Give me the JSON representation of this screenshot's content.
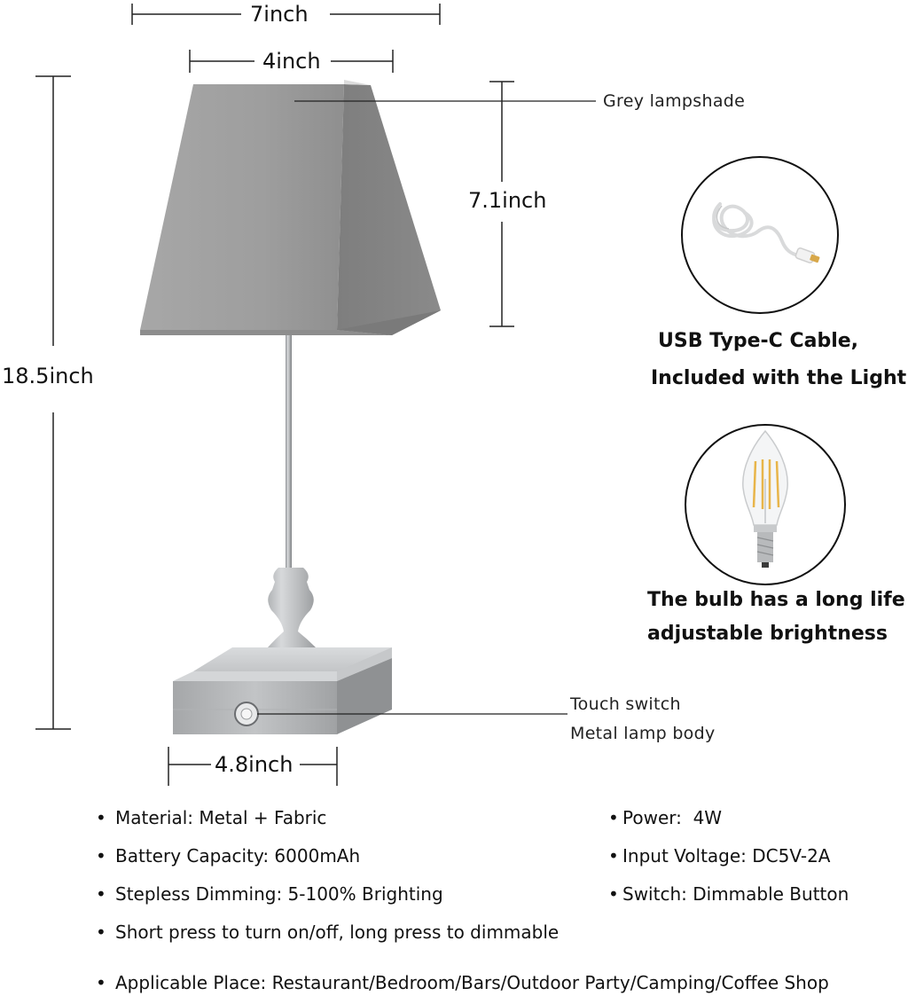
{
  "dimensions": {
    "overall_width": "7inch",
    "shade_top_width": "4inch",
    "shade_height": "7.1inch",
    "overall_height": "18.5inch",
    "base_width": "4.8inch"
  },
  "callouts": {
    "shade": "Grey lampshade",
    "switch": "Touch switch",
    "body": "Metal lamp body"
  },
  "features": {
    "cable_line1": "USB Type-C Cable,",
    "cable_line2": "Included with the Light",
    "bulb_line1": "The bulb has a long life and",
    "bulb_line2": "adjustable brightness"
  },
  "specs": {
    "left": [
      "Material: Metal + Fabric",
      "Battery Capacity: 6000mAh",
      "Stepless Dimming: 5-100% Brighting",
      "Short press to turn on/off, long press to dimmable"
    ],
    "right": [
      "Power:  4W",
      "Input Voltage: DC5V-2A",
      "Switch: Dimmable Button"
    ],
    "applicable": "Applicable Place: Restaurant/Bedroom/Bars/Outdoor Party/Camping/Coffee Shop"
  },
  "colors": {
    "shade": "#9c9c9c",
    "metal": "#b4b6b8",
    "line": "#222222"
  },
  "icons": {
    "cable": "usb-cable-icon",
    "bulb": "filament-bulb-icon",
    "bullet": "bullet-dot"
  }
}
